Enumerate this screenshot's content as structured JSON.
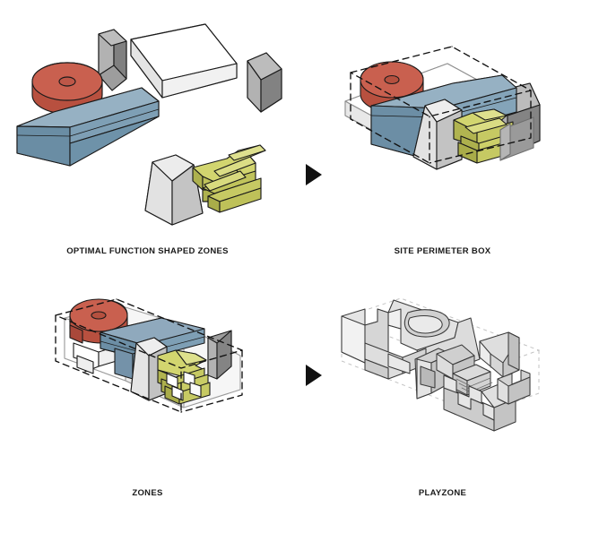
{
  "figure": {
    "title": "Playzone massing concept diagram",
    "type": "architectural-massing-sequence",
    "background_color": "#ffffff",
    "stroke_color": "#1a1a1a",
    "caption_color": "#1a1a1a",
    "grid": {
      "columns": 2,
      "rows": 2
    }
  },
  "palette": {
    "red": "#c9604f",
    "red_dark": "#ab4a3c",
    "red_light": "#d6796a",
    "blue": "#7e9fb5",
    "blue_dark": "#5e8299",
    "blue_light": "#9ab7c9",
    "olive": "#c6c963",
    "olive_dark": "#a8ab4b",
    "olive_light": "#d6d88a",
    "gray": "#9d9d9d",
    "gray_dark": "#7d7d7d",
    "gray_light": "#b8b8b8",
    "white_face": "#ffffff",
    "white_shade": "#ebebeb",
    "white_shade_dark": "#dcdcdc",
    "stone": "#d5d5d5",
    "stone_dark": "#bfbfbf",
    "stone_light": "#e6e6e6",
    "outline": "#1a1a1a",
    "dash": "#111111",
    "ghost": "#b5b5b5"
  },
  "panels": [
    {
      "id": "optimal-function-shaped-zones",
      "index": 1,
      "caption": "OPTIMAL FUNCTION SHAPED ZONES",
      "description": "Seven separate program volumes exploded apart: red cylinder, gray slab, white long bar, gray wedge, blue long bar, light stone pyramid, olive stepped stack.",
      "volumes": [
        {
          "name": "red-cylinder",
          "color_key": "red",
          "program": "circular zone"
        },
        {
          "name": "gray-thin-slab",
          "color_key": "gray",
          "program": "narrow zone"
        },
        {
          "name": "white-long-bar",
          "color_key": "white_face",
          "program": "linear zone"
        },
        {
          "name": "gray-wedge",
          "color_key": "gray",
          "program": "wedge zone"
        },
        {
          "name": "blue-long-bar",
          "color_key": "blue",
          "program": "linear zone"
        },
        {
          "name": "stone-pyramid",
          "color_key": "stone",
          "program": "tapered zone"
        },
        {
          "name": "olive-stepped-stack",
          "color_key": "olive",
          "program": "terraced zone"
        }
      ]
    },
    {
      "id": "site-perimeter-box",
      "index": 2,
      "caption": "SITE PERIMETER BOX",
      "description": "The same volumes gathered together and overlaid with a dashed rectangular site perimeter box.",
      "has_dashed_box": true
    },
    {
      "id": "zones",
      "index": 3,
      "caption": "ZONES",
      "description": "Volumes trimmed to the dashed perimeter box, becoming flush interlocking zones inside the site volume.",
      "has_dashed_box": true
    },
    {
      "id": "playzone",
      "index": 4,
      "caption": "PLAYZONE",
      "description": "Final unified monolithic light gray carved mass with voids, ramps and stepped terraces.",
      "has_dashed_box": false
    }
  ],
  "arrows": [
    {
      "name": "arrow-step-1-to-2",
      "direction": "right",
      "from": "optimal-function-shaped-zones",
      "to": "site-perimeter-box"
    },
    {
      "name": "arrow-step-3-to-4",
      "direction": "right",
      "from": "zones",
      "to": "playzone"
    }
  ]
}
